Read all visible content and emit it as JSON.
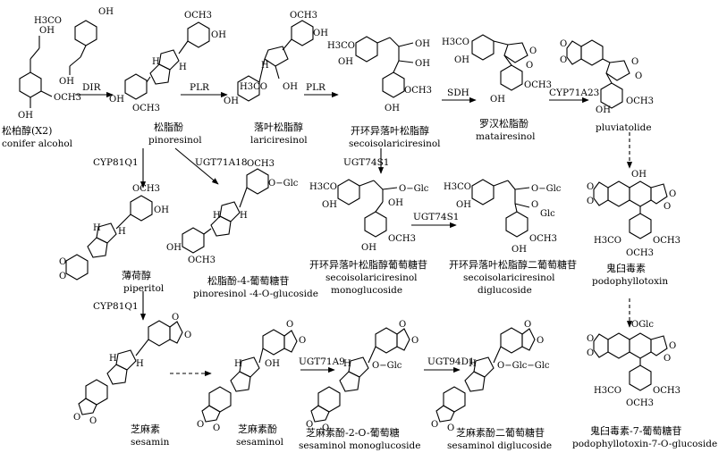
{
  "compounds": [
    {
      "key": "conifer",
      "cn": "松柏醇(X2)",
      "en": "conifer alcohol"
    },
    {
      "key": "pinoresinol",
      "cn": "松脂酚",
      "en": "pinoresinol"
    },
    {
      "key": "lariciresinol",
      "cn": "落叶松脂醇",
      "en": "lariciresinol"
    },
    {
      "key": "secoiso",
      "cn": "开环异落叶松脂醇",
      "en": "secoisolariciresinol"
    },
    {
      "key": "matairesinol",
      "cn": "罗汉松脂酚",
      "en": "matairesinol"
    },
    {
      "key": "pluviatolide",
      "cn": "",
      "en": "pluviatolide"
    },
    {
      "key": "piperitol",
      "cn": "薄荷醇",
      "en": "piperitol"
    },
    {
      "key": "pinoglc",
      "cn": "松脂酚-4-葡萄糖苷",
      "en": "pinoresinol -4-O-glucoside"
    },
    {
      "key": "secomono",
      "cn": "开环异落叶松脂醇葡萄糖苷",
      "en": "secoisolariciresinol",
      "en2": "monoglucoside"
    },
    {
      "key": "secodi",
      "cn": "开环异落叶松脂醇二葡萄糖苷",
      "en": "secoisolariciresinol",
      "en2": "diglucoside"
    },
    {
      "key": "podo",
      "cn": "鬼臼毒素",
      "en": "podophyllotoxin"
    },
    {
      "key": "sesamin",
      "cn": "芝麻素",
      "en": "sesamin"
    },
    {
      "key": "sesaminol",
      "cn": "芝麻素酚",
      "en": "sesaminol"
    },
    {
      "key": "sesmono",
      "cn": "芝麻素酚-2-O-葡萄糖",
      "en": "sesaminol monoglucoside"
    },
    {
      "key": "sesdi",
      "cn": "芝麻素酚二葡萄糖苷",
      "en": "sesaminol diglucoside"
    },
    {
      "key": "podoglc",
      "cn": "鬼臼毒素-7-葡萄糖苷",
      "en": "podophyllotoxin-7-O-glucoside"
    }
  ],
  "enzymes": {
    "dir": "DIR",
    "plr1": "PLR",
    "plr2": "PLR",
    "sdh": "SDH",
    "cyp71a23": "CYP71A23",
    "cyp81q1a": "CYP81Q1",
    "ugt71a18": "UGT71A18",
    "ugt74s1a": "UGT74S1",
    "ugt74s1b": "UGT74S1",
    "cyp81q1b": "CYP81Q1",
    "ugt71a9": "UGT71A9",
    "ugt94d1": "UGT94D1"
  },
  "groups": {
    "oh": "OH",
    "h": "H",
    "o": "O",
    "och3": "OCH3",
    "h3co": "H3CO",
    "o_glc": "O−Glc",
    "oglc": "OGlc",
    "glc": "Glc",
    "o_glc_glc": "O−Glc−Glc"
  }
}
